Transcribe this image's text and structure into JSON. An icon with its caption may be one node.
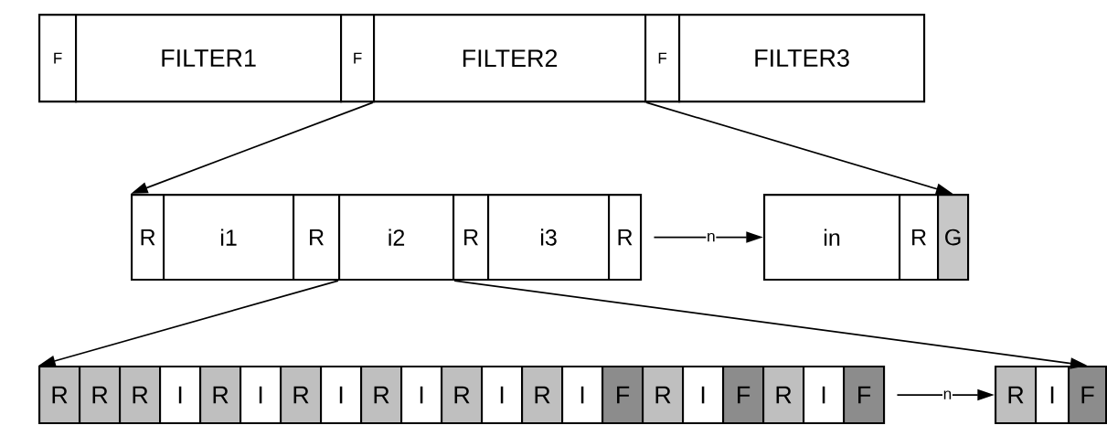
{
  "diagram": {
    "nodes": [
      {
        "text": [
          "F"
        ]
      },
      {
        "text": [
          "FILTER1"
        ]
      },
      {
        "text": [
          "F"
        ]
      },
      {
        "text": [
          "FILTER2"
        ]
      },
      {
        "text": [
          "F"
        ]
      },
      {
        "text": [
          "FILTER3"
        ]
      },
      {
        "text": [
          "R"
        ]
      },
      {
        "text": [
          "i1"
        ]
      },
      {
        "text": [
          "R"
        ]
      },
      {
        "text": [
          "i2"
        ]
      },
      {
        "text": [
          "R"
        ]
      },
      {
        "text": [
          "i3"
        ]
      },
      {
        "text": [
          "R"
        ]
      },
      {
        "text": [
          "in"
        ]
      },
      {
        "text": [
          "R"
        ]
      },
      {
        "text": [
          "G"
        ]
      },
      {
        "text": [
          "R"
        ]
      },
      {
        "text": [
          "R"
        ]
      },
      {
        "text": [
          "R"
        ]
      },
      {
        "text": [
          "I"
        ]
      },
      {
        "text": [
          "R"
        ]
      },
      {
        "text": [
          "I"
        ]
      },
      {
        "text": [
          "R"
        ]
      },
      {
        "text": [
          "I"
        ]
      },
      {
        "text": [
          "R"
        ]
      },
      {
        "text": [
          "I"
        ]
      },
      {
        "text": [
          "R"
        ]
      },
      {
        "text": [
          "I"
        ]
      },
      {
        "text": [
          "R"
        ]
      },
      {
        "text": [
          "I"
        ]
      },
      {
        "text": [
          "F"
        ]
      },
      {
        "text": [
          "R"
        ]
      },
      {
        "text": [
          "I"
        ]
      },
      {
        "text": [
          "F"
        ]
      },
      {
        "text": [
          "R"
        ]
      },
      {
        "text": [
          "I"
        ]
      },
      {
        "text": [
          "F"
        ]
      },
      {
        "text": [
          "R"
        ]
      },
      {
        "text": [
          "I"
        ]
      },
      {
        "text": [
          "F"
        ]
      }
    ],
    "edges": [
      {
        "from": 3,
        "to": 6,
        "arrow": "to"
      },
      {
        "from": 3,
        "to": 15,
        "arrow": "to"
      },
      {
        "from": 12,
        "to": 13,
        "arrow": "to",
        "label": "n"
      },
      {
        "from": 9,
        "to": 16,
        "arrow": "to"
      },
      {
        "from": 9,
        "to": 39,
        "arrow": "to"
      },
      {
        "from": 36,
        "to": 37,
        "arrow": "to",
        "label": "n"
      }
    ]
  }
}
